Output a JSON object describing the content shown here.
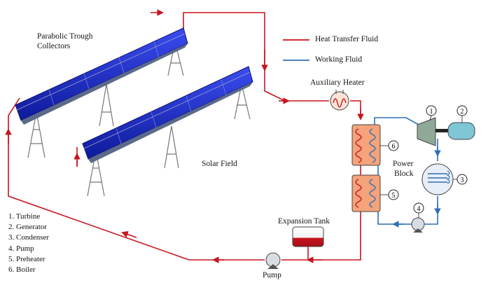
{
  "labels": {
    "collectors_line1": "Parabolic Trough",
    "collectors_line2": "Collectors",
    "solar_field": "Solar Field",
    "auxiliary_heater": "Auxiliary Heater",
    "power_block_line1": "Power",
    "power_block_line2": "Block",
    "expansion_tank": "Expansion Tank",
    "pump": "Pump"
  },
  "legend": [
    {
      "label": "Heat Transfer Fluid",
      "color": "#c8141e"
    },
    {
      "label": "Working Fluid",
      "color": "#2f6fb5"
    }
  ],
  "components": [
    "1. Turbine",
    "2. Generator",
    "3. Condenser",
    "4. Pump",
    "5. Preheater",
    "6. Boiler"
  ],
  "markers": [
    "1",
    "2",
    "3",
    "4",
    "5",
    "6"
  ],
  "colors": {
    "htf": "#c8141e",
    "working_fluid": "#2f6fb5",
    "collector": "#1f2fd0",
    "heat_exchanger": "#f4a37a",
    "turbine": "#8fa897",
    "generator": "#7fc6d6"
  }
}
